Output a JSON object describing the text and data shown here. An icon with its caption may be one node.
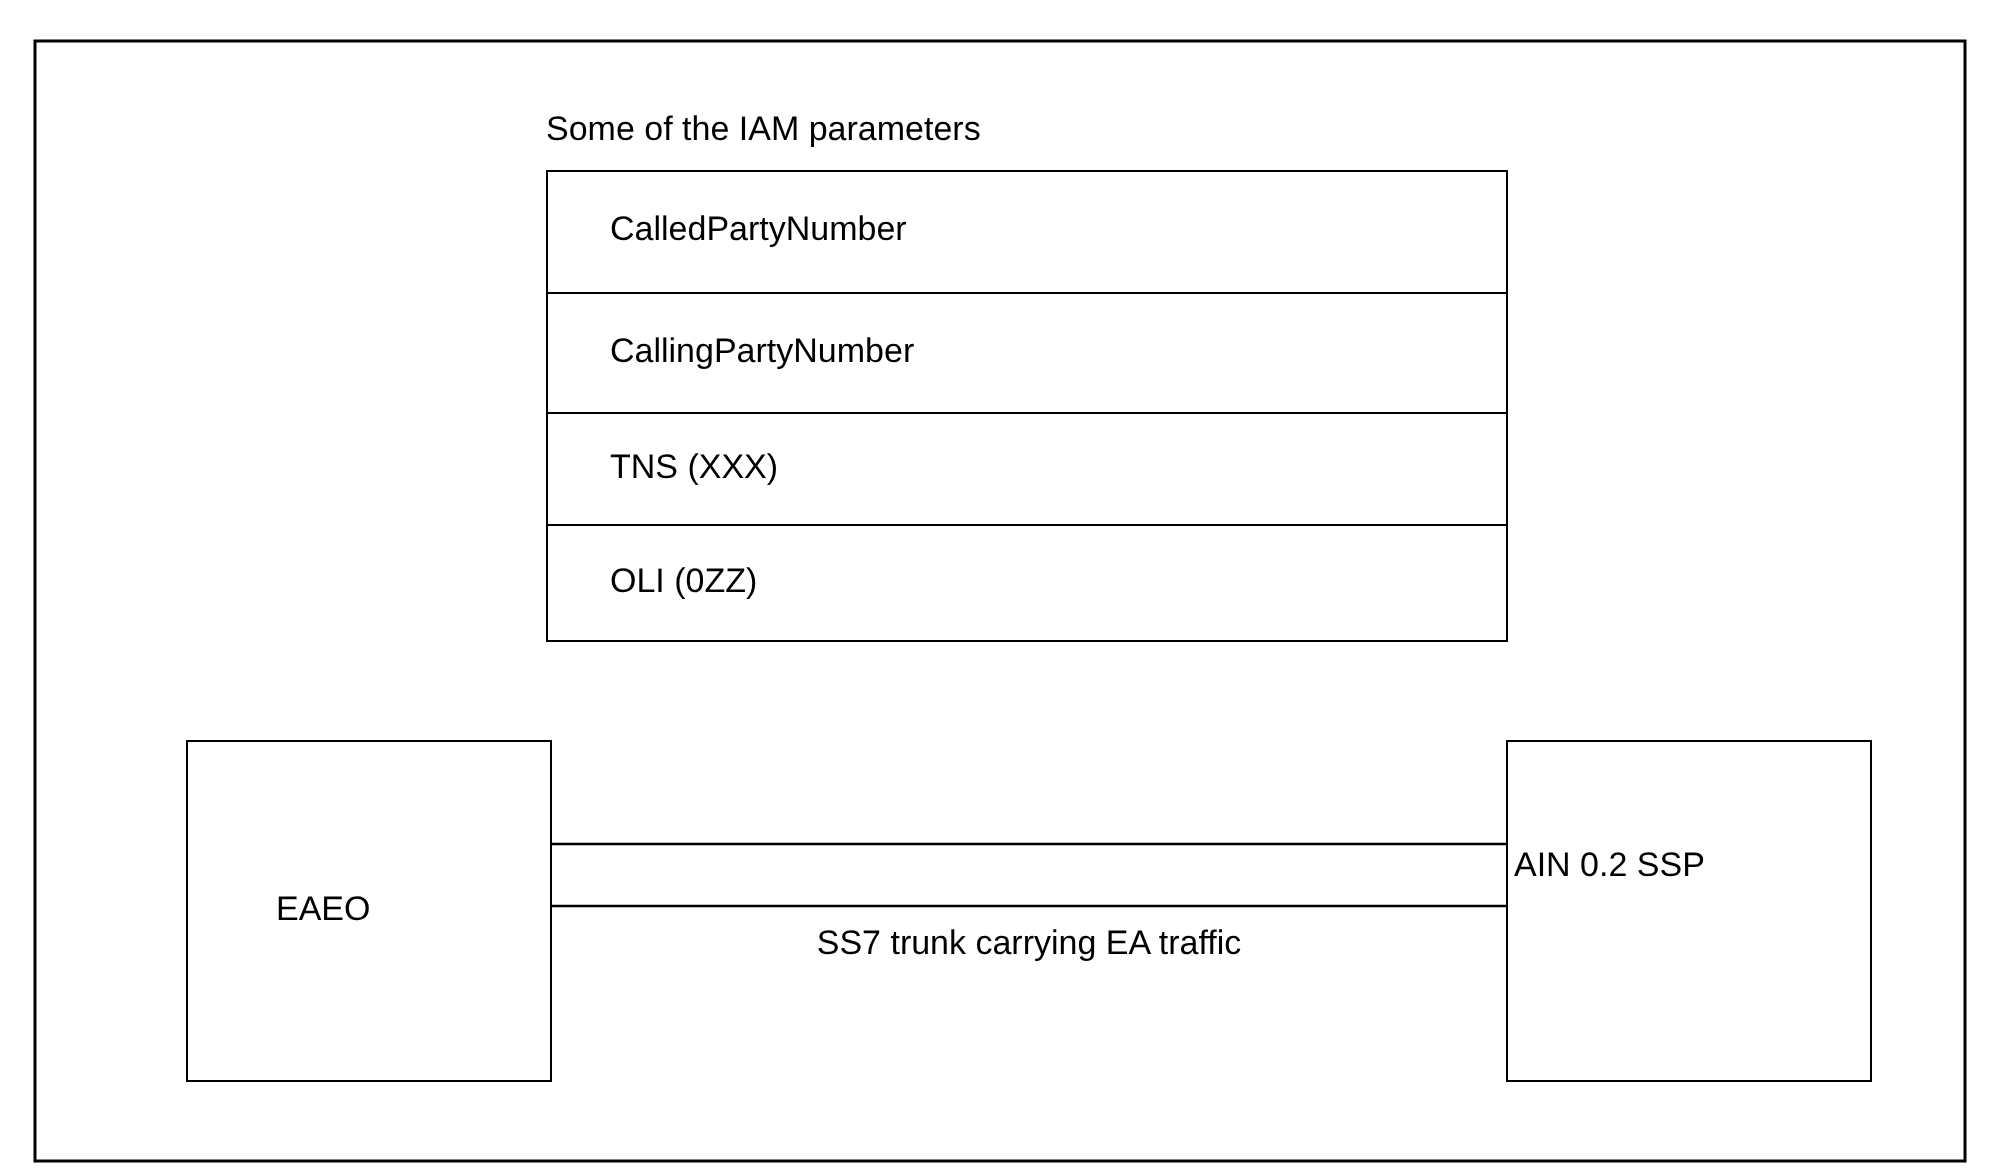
{
  "diagram": {
    "nodes": [
      {
        "text": [
          "Some of the IAM parameters"
        ]
      },
      {
        "text": [
          "CalledPartyNumber"
        ],
        "in": 0
      },
      {
        "text": [
          "CallingPartyNumber"
        ],
        "in": 0
      },
      {
        "text": [
          "TNS (XXX)"
        ],
        "in": 0
      },
      {
        "text": [
          "OLI (0ZZ)"
        ],
        "in": 0
      },
      {
        "text": [
          "EAEO"
        ]
      },
      {
        "text": [
          "AIN 0.2 SSP"
        ]
      }
    ],
    "edges": [
      {
        "from": 5,
        "to": 6,
        "arrow": "none"
      },
      {
        "from": 5,
        "to": 6,
        "arrow": "none",
        "label": "SS7 trunk carrying EA traffic"
      }
    ]
  }
}
